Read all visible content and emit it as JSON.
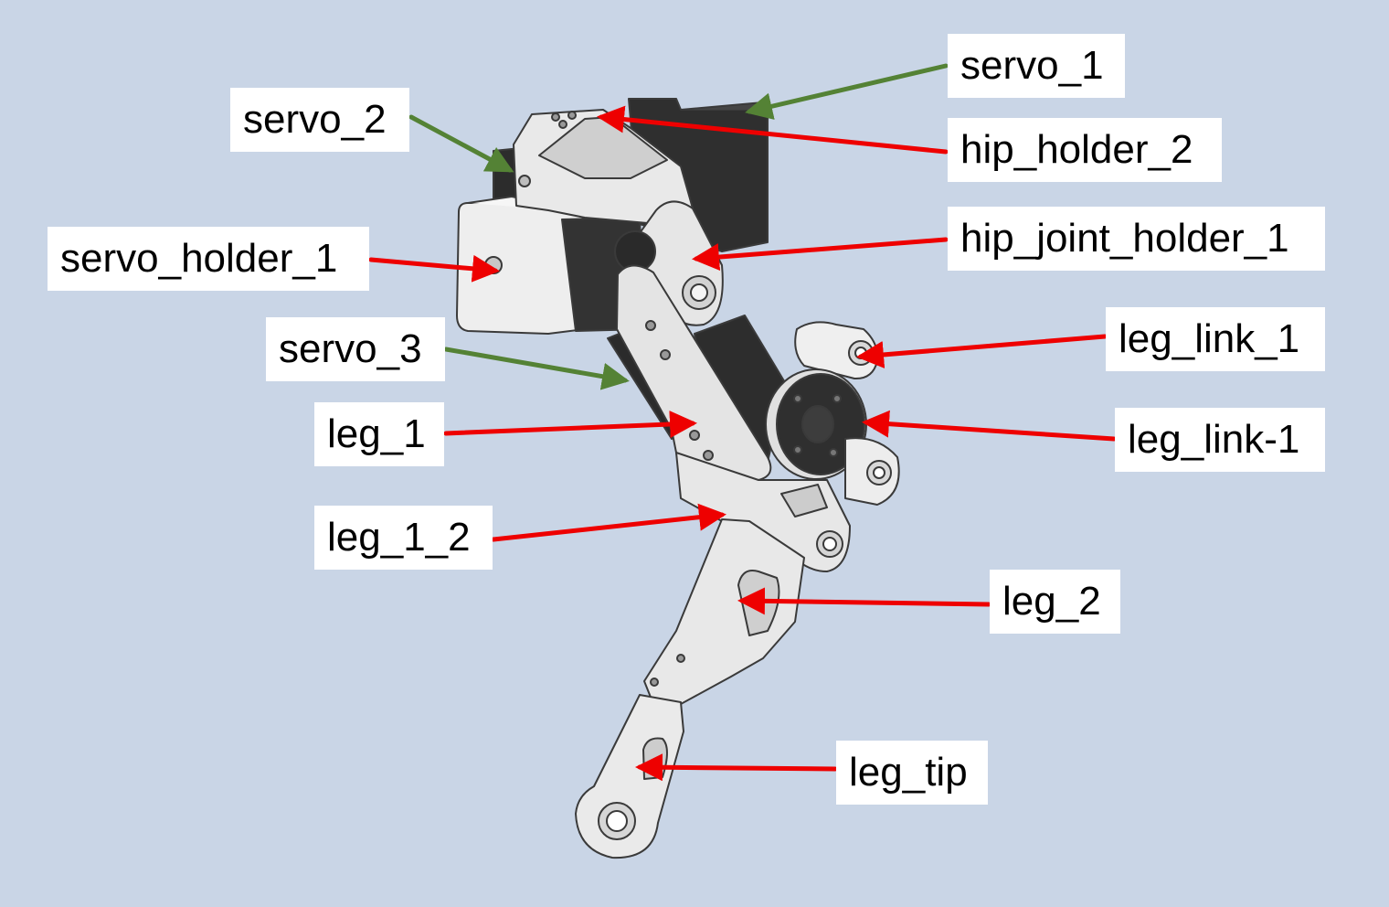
{
  "colors": {
    "background": "#c9d5e6",
    "arrow_red": "#ee0000",
    "arrow_green": "#548235",
    "part_light": "#ececec",
    "part_dark": "#2e2e2e"
  },
  "labels": {
    "servo_1": "servo_1",
    "servo_2": "servo_2",
    "hip_holder_2": "hip_holder_2",
    "hip_joint_holder_1": "hip_joint_holder_1",
    "servo_holder_1": "servo_holder_1",
    "servo_3": "servo_3",
    "leg_link_1": "leg_link_1",
    "leg_1": "leg_1",
    "leg_link_dash_1": "leg_link-1",
    "leg_1_2": "leg_1_2",
    "leg_2": "leg_2",
    "leg_tip": "leg_tip"
  },
  "arrow_colors": {
    "servo_1": "green",
    "servo_2": "green",
    "servo_3": "green",
    "hip_holder_2": "red",
    "hip_joint_holder_1": "red",
    "servo_holder_1": "red",
    "leg_link_1": "red",
    "leg_1": "red",
    "leg_link_dash_1": "red",
    "leg_1_2": "red",
    "leg_2": "red",
    "leg_tip": "red"
  }
}
